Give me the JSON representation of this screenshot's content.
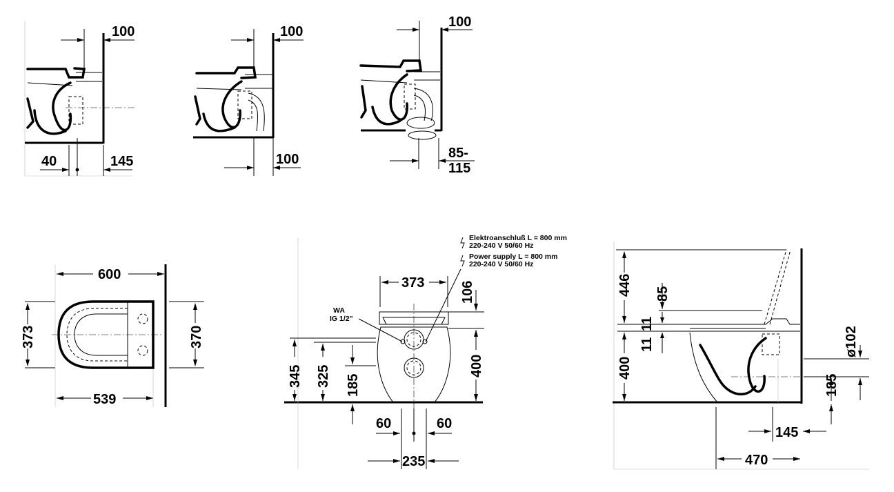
{
  "views": {
    "side_view_1": {
      "dim_wall": "100",
      "dim_left": "40",
      "dim_right": "145"
    },
    "side_view_2": {
      "dim_wall": "100",
      "dim_bottom": "100"
    },
    "side_view_3": {
      "dim_wall": "100",
      "dim_bottom_top": "85-",
      "dim_bottom_bottom": "115"
    },
    "plan_view": {
      "width": "600",
      "length": "539",
      "depth_left": "373",
      "depth_right": "370"
    },
    "front_view": {
      "top_width": "373",
      "top_right": "106",
      "h1": "345",
      "h2": "325",
      "h3": "185",
      "h4": "400",
      "bottom_left": "60",
      "bottom_right": "60",
      "bottom_total": "235",
      "label_wa": "WA",
      "label_ig": "IG 1/2\"",
      "note_de_1": "Elektroanschluß L = 800 mm",
      "note_de_2": "220-240 V  50/60 Hz",
      "note_en_1": "Power supply L = 800 mm",
      "note_en_2": "220-240 V  50/60 Hz"
    },
    "side_view_main": {
      "total_height": "446",
      "seat": "85",
      "gap1": "11",
      "gap2": "11",
      "height": "400",
      "pipe_diameter": "ø102",
      "pipe_height": "185",
      "dim_145": "145",
      "dim_470": "470"
    }
  }
}
